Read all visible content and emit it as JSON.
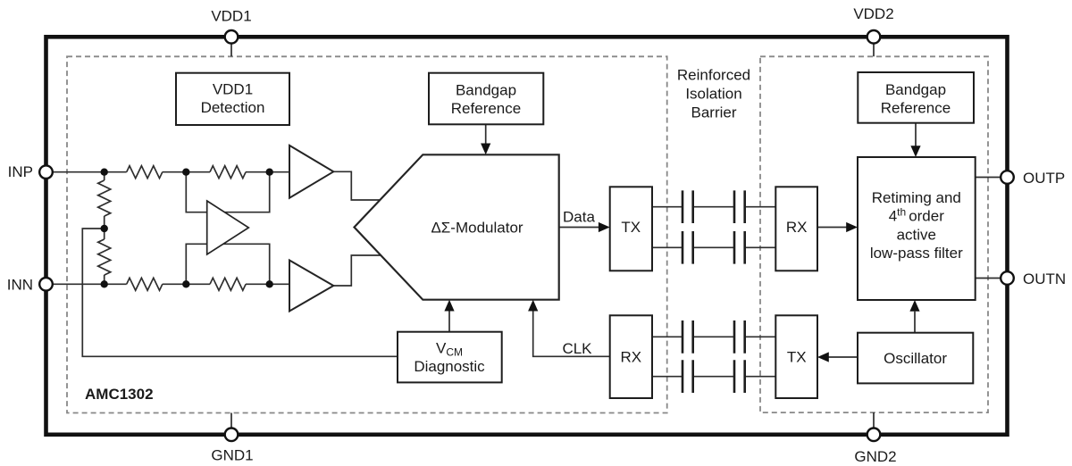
{
  "chip": {
    "name": "AMC1302"
  },
  "pins": {
    "vdd1": "VDD1",
    "vdd2": "VDD2",
    "gnd1": "GND1",
    "gnd2": "GND2",
    "inp": "INP",
    "inn": "INN",
    "outp": "OUTP",
    "outn": "OUTN"
  },
  "blocks": {
    "vdd1_detection": {
      "line1": "VDD1",
      "line2": "Detection"
    },
    "bandgap_left": {
      "line1": "Bandgap",
      "line2": "Reference"
    },
    "bandgap_right": {
      "line1": "Bandgap",
      "line2": "Reference"
    },
    "modulator": {
      "label": "ΔΣ-Modulator"
    },
    "vcm_diagnostic": {
      "symbol": "V",
      "subscript": "CM",
      "line2": "Diagnostic"
    },
    "tx_top": {
      "label": "TX"
    },
    "rx_top": {
      "label": "RX"
    },
    "rx_bottom": {
      "label": "RX"
    },
    "tx_bottom": {
      "label": "TX"
    },
    "oscillator": {
      "label": "Oscillator"
    },
    "filter": {
      "line1": "Retiming and",
      "line2_num": "4",
      "line2_sup": "th",
      "line2_rest": "order",
      "line3": "active",
      "line4": "low-pass filter"
    }
  },
  "labels": {
    "data": "Data",
    "clk": "CLK",
    "isolation_barrier": {
      "line1": "Reinforced",
      "line2": "Isolation",
      "line3": "Barrier"
    }
  },
  "colors": {
    "wire": "#2e2e2e",
    "dashed_border": "#888888",
    "text": "#1a1a1a",
    "background": "#ffffff"
  }
}
